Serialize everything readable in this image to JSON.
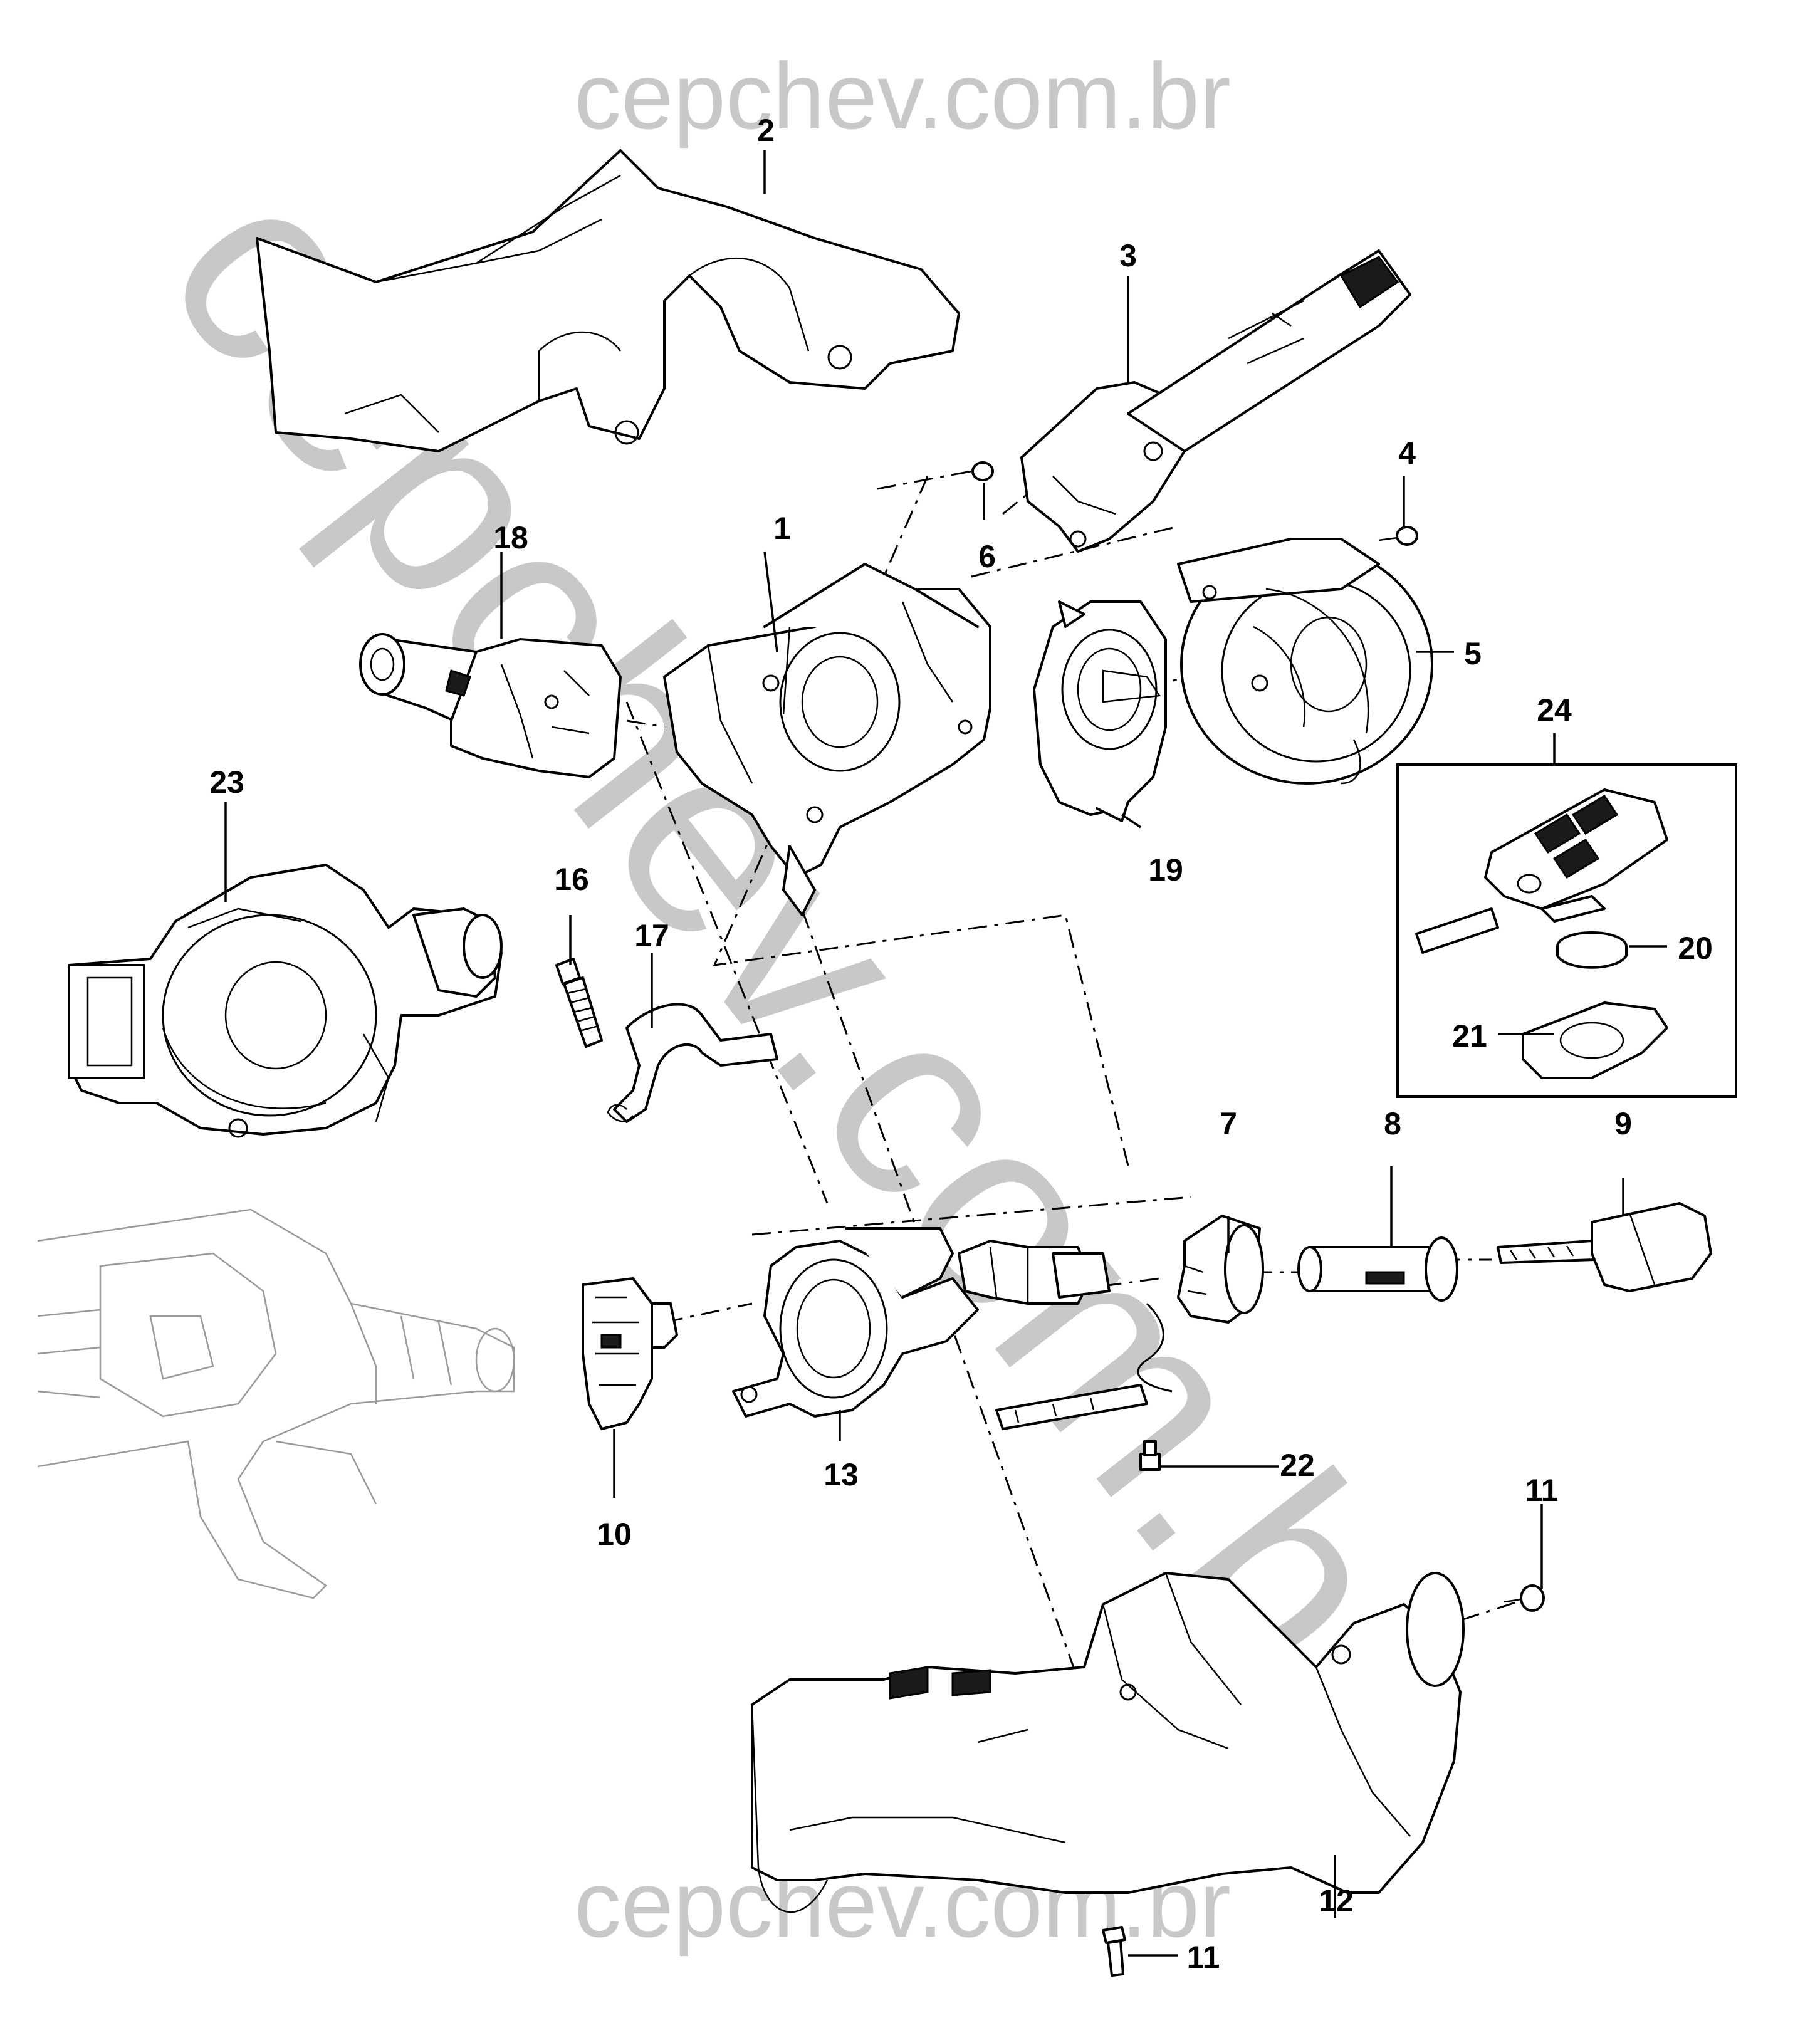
{
  "watermark": {
    "top": "cepchev.com.br",
    "diagonal": "cepchev.com.br",
    "bottom": "cepchev.com.br",
    "color": "#c8c8c8"
  },
  "callouts": {
    "c1": "1",
    "c2": "2",
    "c3": "3",
    "c4": "4",
    "c5": "5",
    "c6": "6",
    "c7": "7",
    "c8": "8",
    "c9": "9",
    "c10": "10",
    "c11a": "11",
    "c11b": "11",
    "c12": "12",
    "c13": "13",
    "c16": "16",
    "c17": "17",
    "c18": "18",
    "c19": "19",
    "c20": "20",
    "c21": "21",
    "c22": "22",
    "c23": "23",
    "c24": "24"
  },
  "icons": [
    "upper-column-cover",
    "wiper-switch-lever",
    "turn-signal-switch-lever",
    "clock-spring",
    "ignition-lock",
    "key",
    "remote-key-fob",
    "lower-column-cover"
  ]
}
